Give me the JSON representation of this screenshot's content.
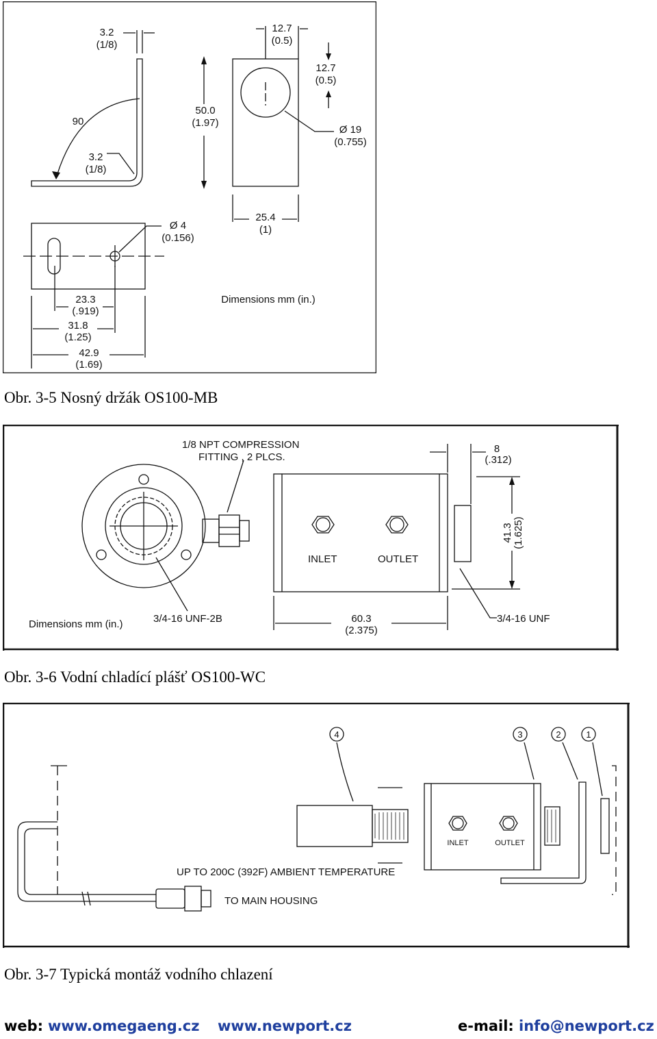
{
  "fig1": {
    "labels": {
      "d1": "3.2",
      "d1b": "(1/8)",
      "d2": "12.7",
      "d2b": "(0.5)",
      "d3": "12.7",
      "d3b": "(0.5)",
      "d4": "50.0",
      "d4b": "(1.97)",
      "angle": "90",
      "d5": "3.2",
      "d5b": "(1/8)",
      "d6": "Ø 19",
      "d6b": "(0.755)",
      "d7": "25.4",
      "d7b": "(1)",
      "d8": "Ø 4",
      "d8b": "(0.156)",
      "d9": "23.3",
      "d9b": "(.919)",
      "d10": "31.8",
      "d10b": "(1.25)",
      "d11": "42.9",
      "d11b": "(1.69)",
      "units": "Dimensions mm (in.)"
    },
    "caption": "Obr. 3-5 Nosný držák OS100-MB"
  },
  "fig2": {
    "labels": {
      "fitting1": "1/8 NPT COMPRESSION",
      "fitting2": "FITTING , 2 PLCS.",
      "d1": "8",
      "d1b": "(.312)",
      "inlet": "INLET",
      "outlet": "OUTLET",
      "d2": "41.3",
      "d2b": "(1.625)",
      "units": "Dimensions mm (in.)",
      "thread1": "3/4-16 UNF-2B",
      "d3": "60.3",
      "d3b": "(2.375)",
      "thread2": "3/4-16 UNF"
    },
    "caption": "Obr. 3-6 Vodní chladící plášť OS100-WC"
  },
  "fig3": {
    "labels": {
      "n4": "4",
      "n3": "3",
      "n2": "2",
      "n1": "1",
      "inlet": "INLET",
      "outlet": "OUTLET",
      "temp": "UP TO 200C (392F) AMBIENT TEMPERATURE",
      "housing": "TO MAIN HOUSING"
    },
    "caption": "Obr. 3-7 Typická montáž vodního chlazení"
  },
  "footer": {
    "web_label": "web:",
    "web1": "www.omegaeng.cz",
    "web2": "www.newport.cz",
    "email_label": "e-mail:",
    "email": "info@newport.cz"
  },
  "colors": {
    "link": "#1f3f9e",
    "line": "#111111"
  }
}
